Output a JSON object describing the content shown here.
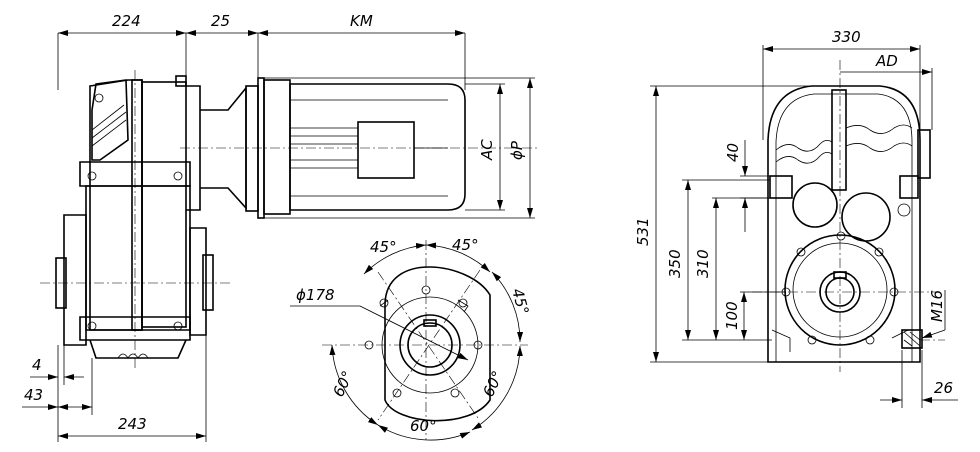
{
  "side_view": {
    "dim_224": "224",
    "dim_25": "25",
    "dim_km": "KM",
    "dim_ac": "AC",
    "dim_p": "ϕP",
    "dim_4": "4",
    "dim_43": "43",
    "dim_243": "243"
  },
  "flange_view": {
    "angle_top_left": "45°",
    "angle_top_right": "45°",
    "angle_right": "45°",
    "angle_left": "60°",
    "angle_bottom": "60°",
    "angle_bottom_right": "60°",
    "diameter": "ϕ178"
  },
  "front_view": {
    "dim_330": "330",
    "dim_ad": "AD",
    "dim_531": "531",
    "dim_40": "40",
    "dim_350": "350",
    "dim_310": "310",
    "dim_100": "100",
    "dim_m16": "M16",
    "dim_26": "26"
  }
}
